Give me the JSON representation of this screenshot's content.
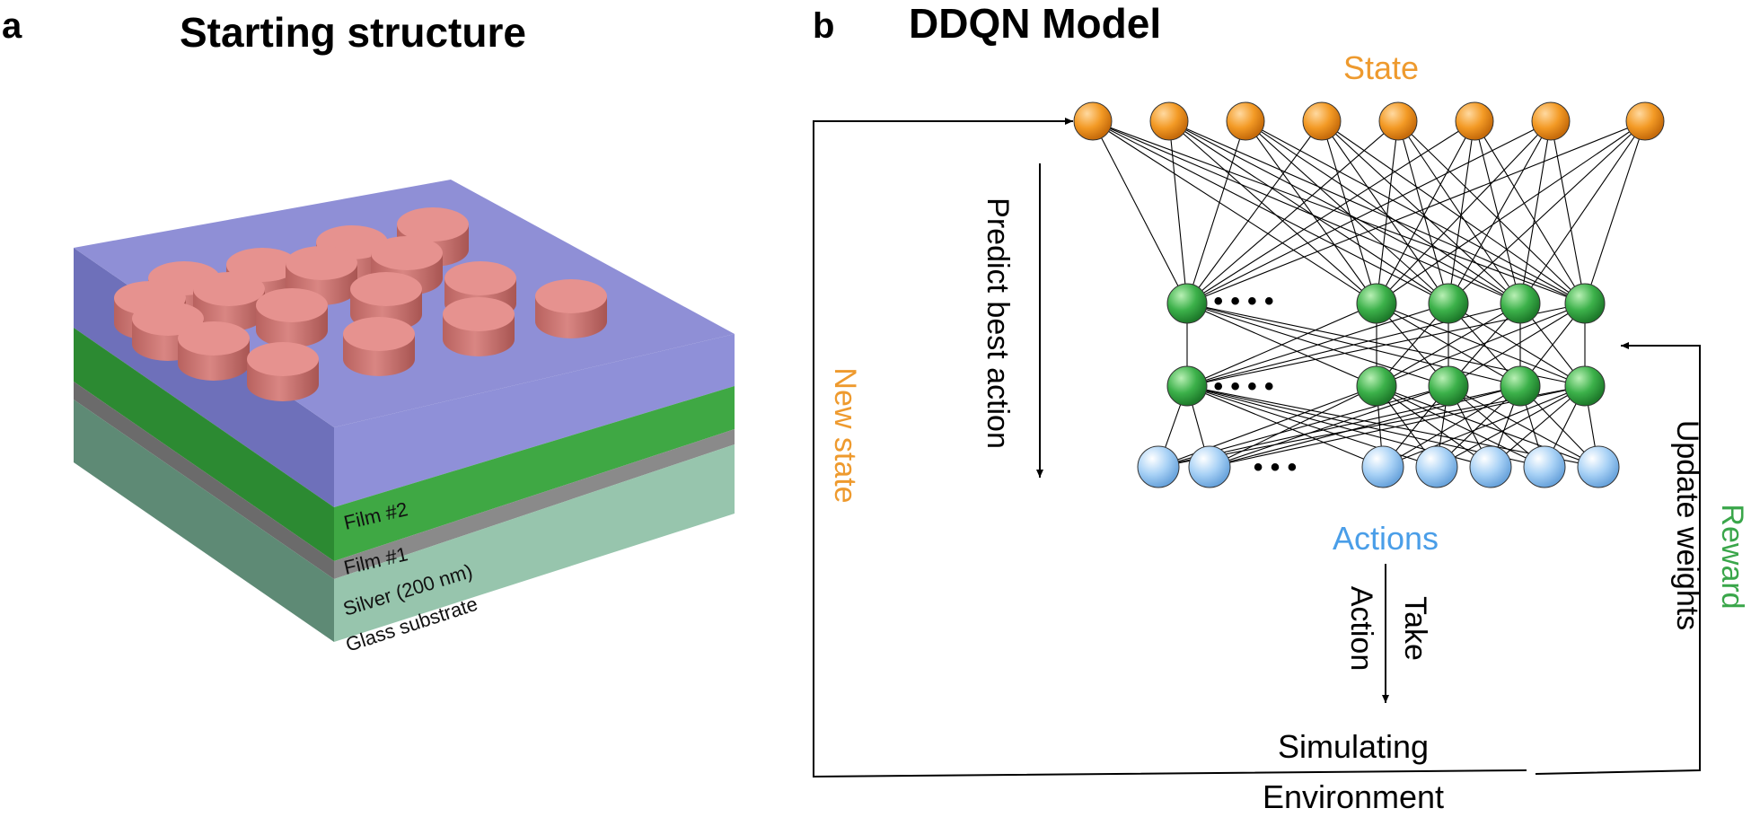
{
  "panel_a": {
    "letter": "a",
    "title": "Starting structure",
    "layers": [
      "Film #2",
      "Film #1",
      "Silver (200 nm)",
      "Glass substrate"
    ]
  },
  "panel_b": {
    "letter": "b",
    "title": "DDQN Model",
    "state_label": "State",
    "actions_label": "Actions",
    "predict_label": "Predict best action",
    "new_state_label": "New state",
    "take_label": "Take",
    "action_label": "Action",
    "update_weights_label": "Update weights",
    "reward_label": "Reward",
    "env_line1": "Simulating",
    "env_line2": "Environment",
    "ellipsis_4": "• • • •",
    "ellipsis_3": "• • •"
  },
  "colors": {
    "state": "#ee9a2e",
    "hidden": "#3aa64a",
    "action": "#4a9ee8",
    "reward": "#3aa64a",
    "film2": "#8f90d8",
    "film1": "#3fa844",
    "silver": "#8a8a8a",
    "glass": "#97c5ad",
    "pillar": "#d98683"
  }
}
